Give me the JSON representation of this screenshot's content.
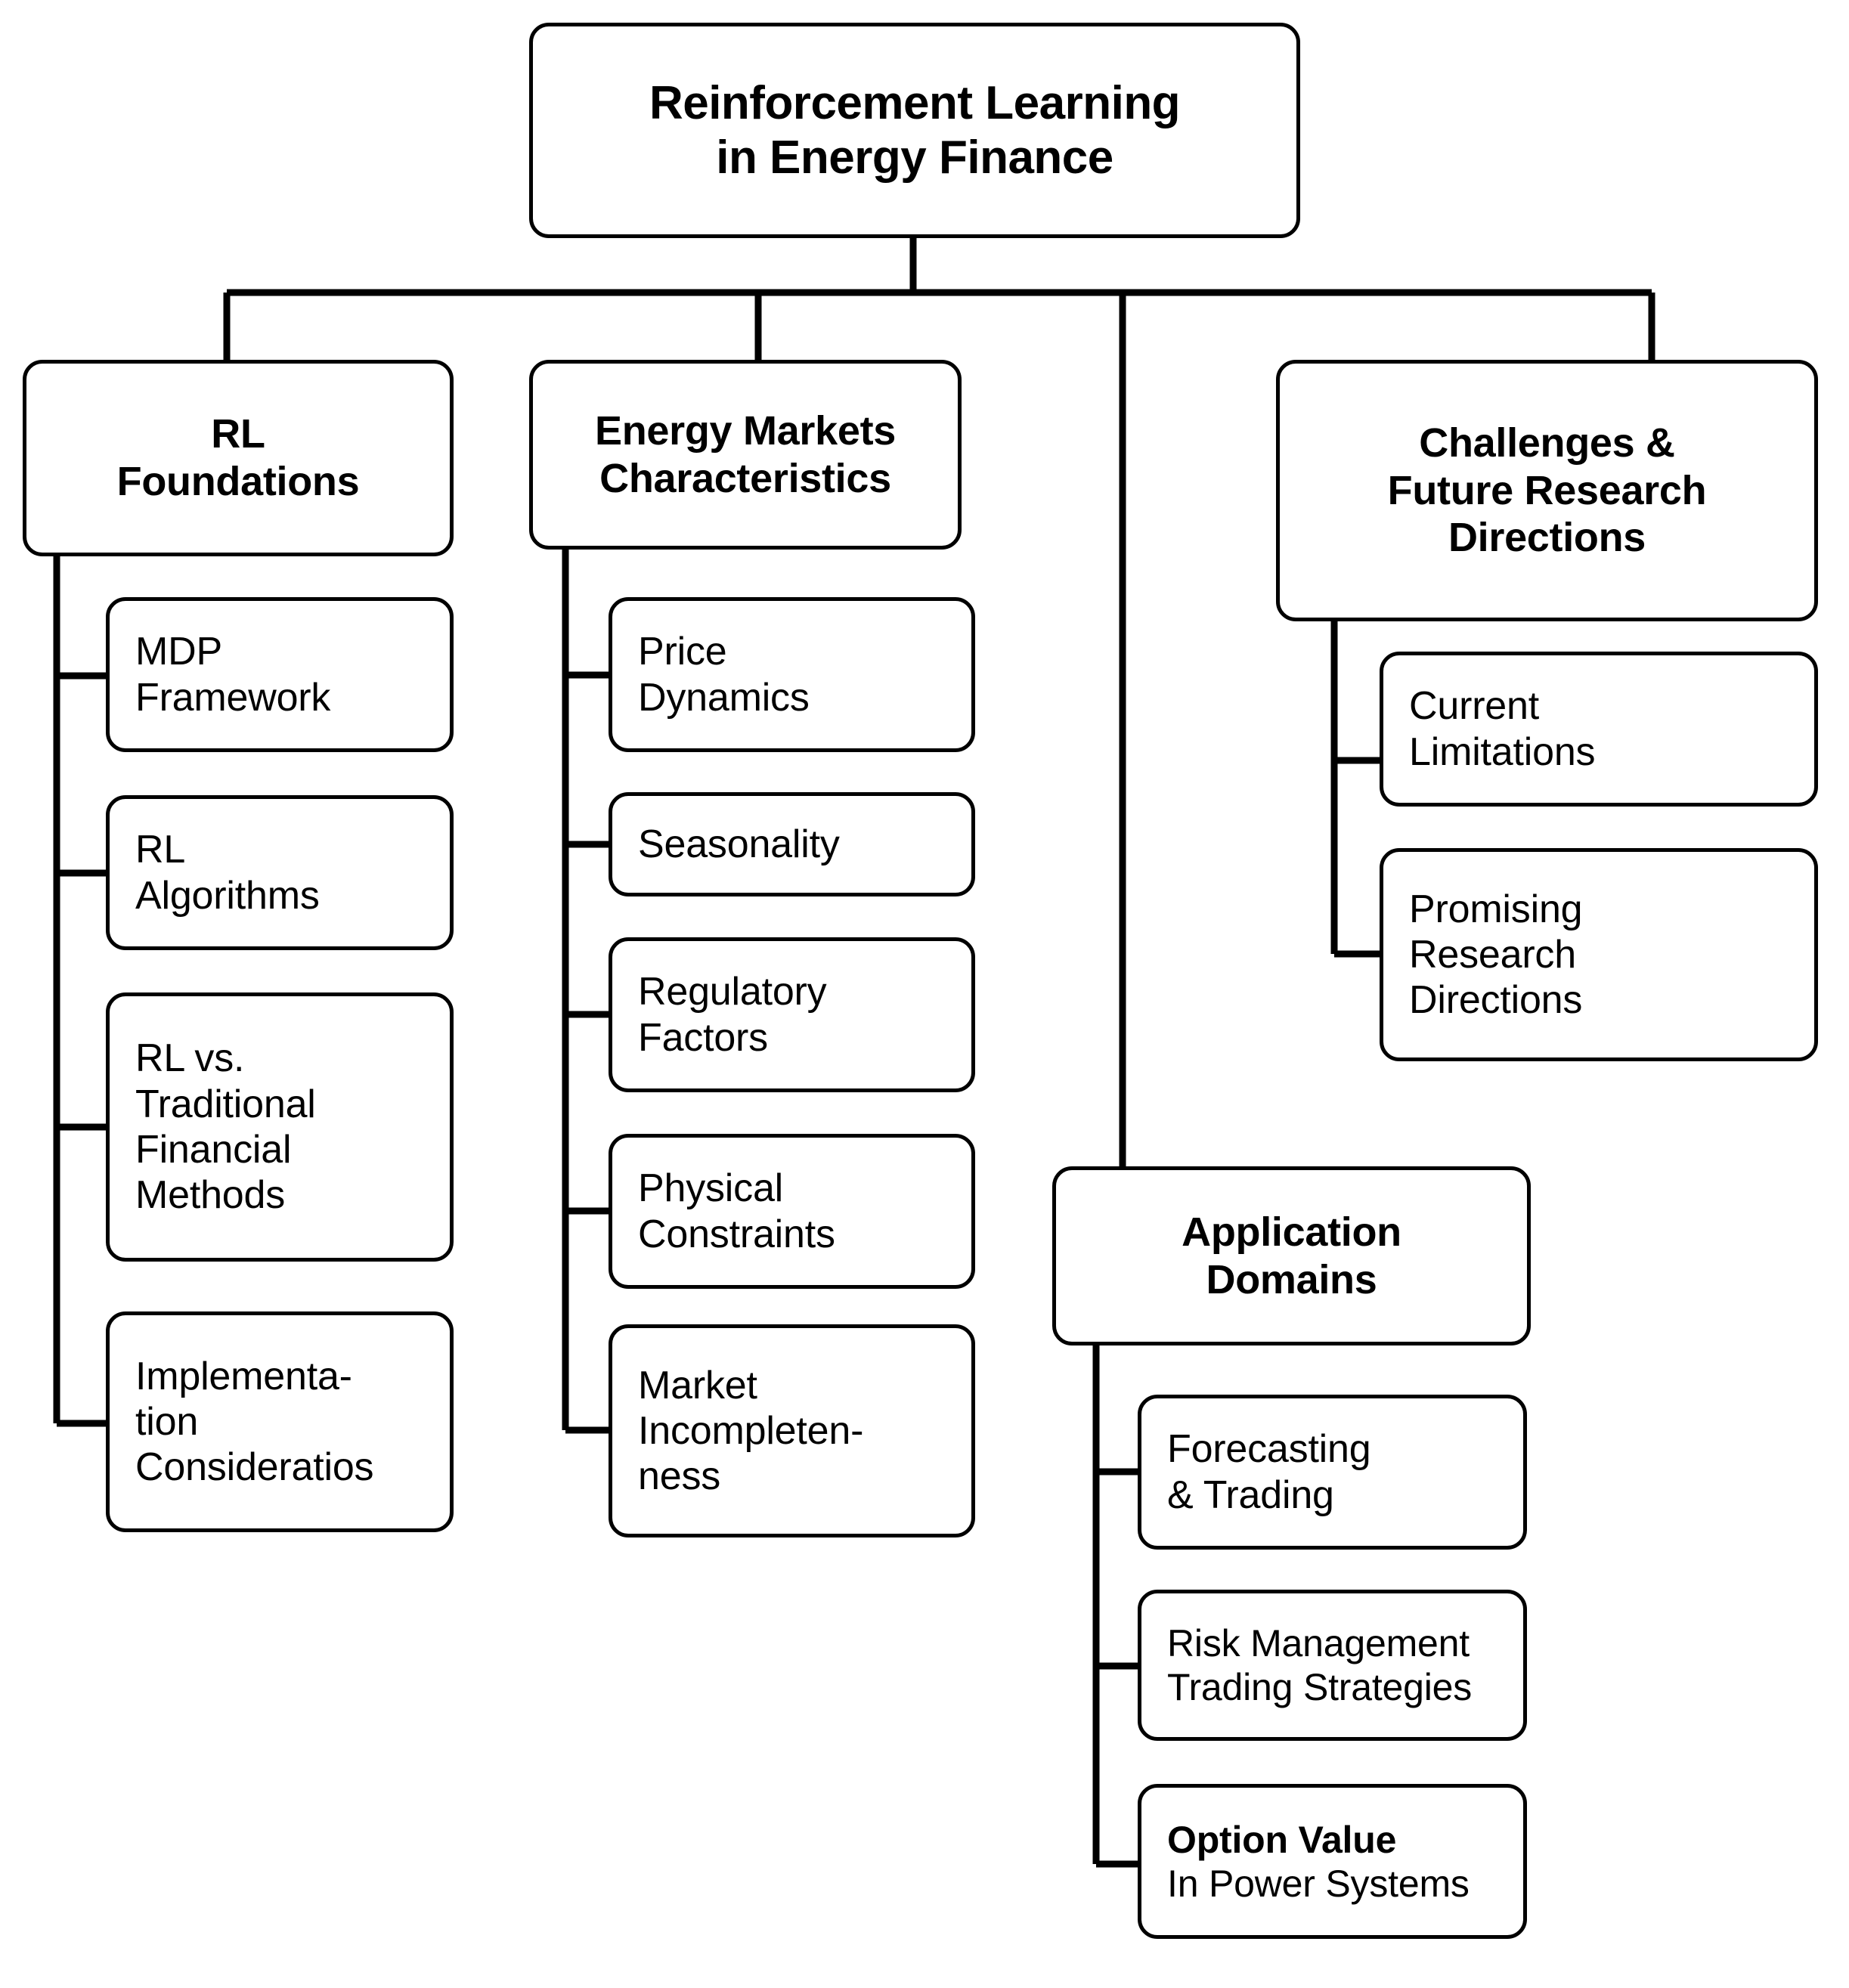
{
  "diagram": {
    "type": "tree-hierarchy",
    "orientation": "top-down",
    "stroke_color": "#000000",
    "fill_color": "#ffffff",
    "text_color": "#000000"
  },
  "root": {
    "label": "Reinforcement Learning in Energy Finance",
    "lines": [
      "Reinforcement Learning",
      "in Energy Finance"
    ]
  },
  "branches": [
    {
      "id": "rl-foundations",
      "label": "RL Foundations",
      "lines": [
        "RL",
        "Foundations"
      ],
      "children": [
        {
          "id": "mdp-framework",
          "label": "MDP Framework",
          "lines": [
            "MDP",
            "Framework"
          ]
        },
        {
          "id": "rl-algorithms",
          "label": "RL Algorithms",
          "lines": [
            "RL",
            "Algorithms"
          ]
        },
        {
          "id": "rl-vs-traditional-financial-methods",
          "label": "RL vs. Traditional Financial Methods",
          "lines": [
            "RL vs.",
            "Traditional",
            "Financial",
            "Methods"
          ]
        },
        {
          "id": "implementation-considerations",
          "label": "Implementation Consideratios",
          "lines": [
            "Implementa-",
            "tion",
            "Consideratios"
          ]
        }
      ]
    },
    {
      "id": "energy-markets-characteristics",
      "label": "Energy Markets Characteristics",
      "lines": [
        "Energy Markets",
        "Characteristics"
      ],
      "children": [
        {
          "id": "price-dynamics",
          "label": "Price Dynamics",
          "lines": [
            "Price",
            "Dynamics"
          ]
        },
        {
          "id": "seasonality",
          "label": "Seasonality",
          "lines": [
            "Seasonality"
          ]
        },
        {
          "id": "regulatory-factors",
          "label": "Regulatory Factors",
          "lines": [
            "Regulatory",
            "Factors"
          ]
        },
        {
          "id": "physical-constraints",
          "label": "Physical Constraints",
          "lines": [
            "Physical",
            "Constraints"
          ]
        },
        {
          "id": "market-incompleteness",
          "label": "Market Incompleteness",
          "lines": [
            "Market",
            "Incompleten-",
            "ness"
          ]
        }
      ]
    },
    {
      "id": "application-domains",
      "label": "Application Domains",
      "lines": [
        "Application",
        "Domains"
      ],
      "children": [
        {
          "id": "forecasting-and-trading",
          "label": "Forecasting & Trading",
          "lines": [
            "Forecasting",
            "& Trading"
          ]
        },
        {
          "id": "risk-management-trading-strategies",
          "label": "Risk Management Trading Strategies",
          "lines": [
            "Risk Management",
            "Trading Strategies"
          ]
        },
        {
          "id": "option-value-in-power-systems",
          "label": "Option Value In Power Systems",
          "lines": [
            "Option Value",
            "In Power Systems"
          ]
        }
      ]
    },
    {
      "id": "challenges-and-future-research-directions",
      "label": "Challenges & Future Research Directions",
      "lines": [
        "Challenges &",
        "Future Research",
        "Directions"
      ],
      "children": [
        {
          "id": "current-limitations",
          "label": "Current Limitations",
          "lines": [
            "Current",
            "Limitations"
          ]
        },
        {
          "id": "promising-research-directions",
          "label": "Promising Research Directions",
          "lines": [
            "Promising",
            "Research",
            "Directions"
          ]
        }
      ]
    }
  ]
}
